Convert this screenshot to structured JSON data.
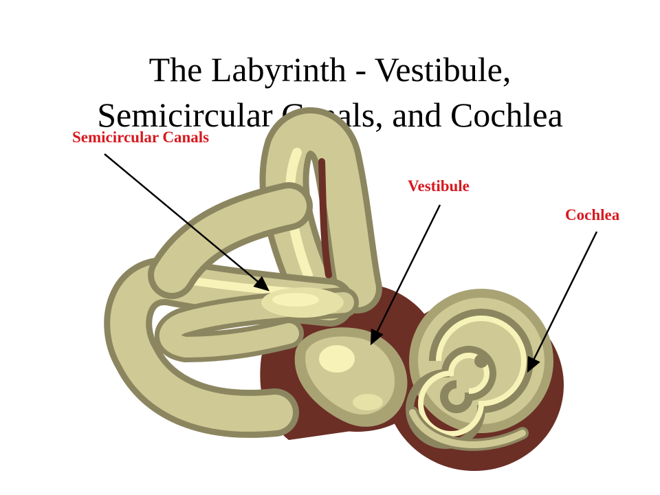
{
  "title": {
    "line1": "The Labyrinth - Vestibule,",
    "line2": "Semicircular Canals, and Cochlea"
  },
  "labels": {
    "semicircular_canals": "Semicircular Canals",
    "vestibule": "Vestibule",
    "cochlea": "Cochlea"
  },
  "colors": {
    "label_red": "#d71920",
    "bone_light": "#f7f3b8",
    "bone": "#cfc995",
    "bone_mid": "#a9a374",
    "bone_dark": "#8c8660",
    "cavity_brown": "#6b2f26"
  }
}
